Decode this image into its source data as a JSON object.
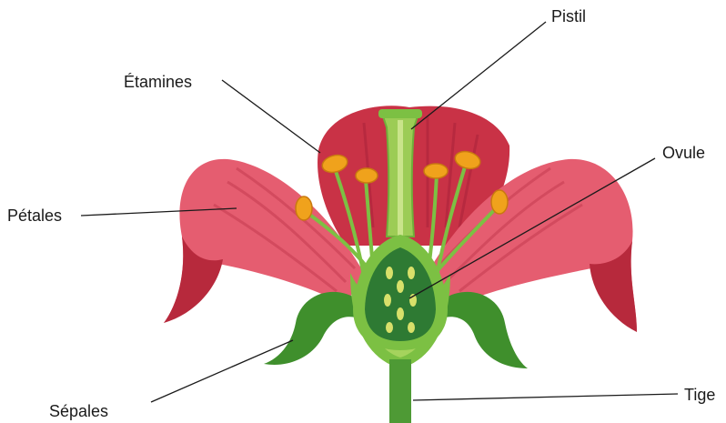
{
  "labels": {
    "pistil": "Pistil",
    "etamines": "Étamines",
    "ovule": "Ovule",
    "petales": "Pétales",
    "sepales": "Sépales",
    "tige": "Tige"
  },
  "colors": {
    "petal_light": "#e8697a",
    "petal_mid": "#d94457",
    "petal_dark": "#b22a3b",
    "sepal": "#3f8f2c",
    "sepal_dark": "#2c6d1f",
    "pistil_green": "#7cc043",
    "ovary_dark": "#2e7a33",
    "anther": "#f0a21c",
    "ovule_seed": "#d8e06a"
  }
}
